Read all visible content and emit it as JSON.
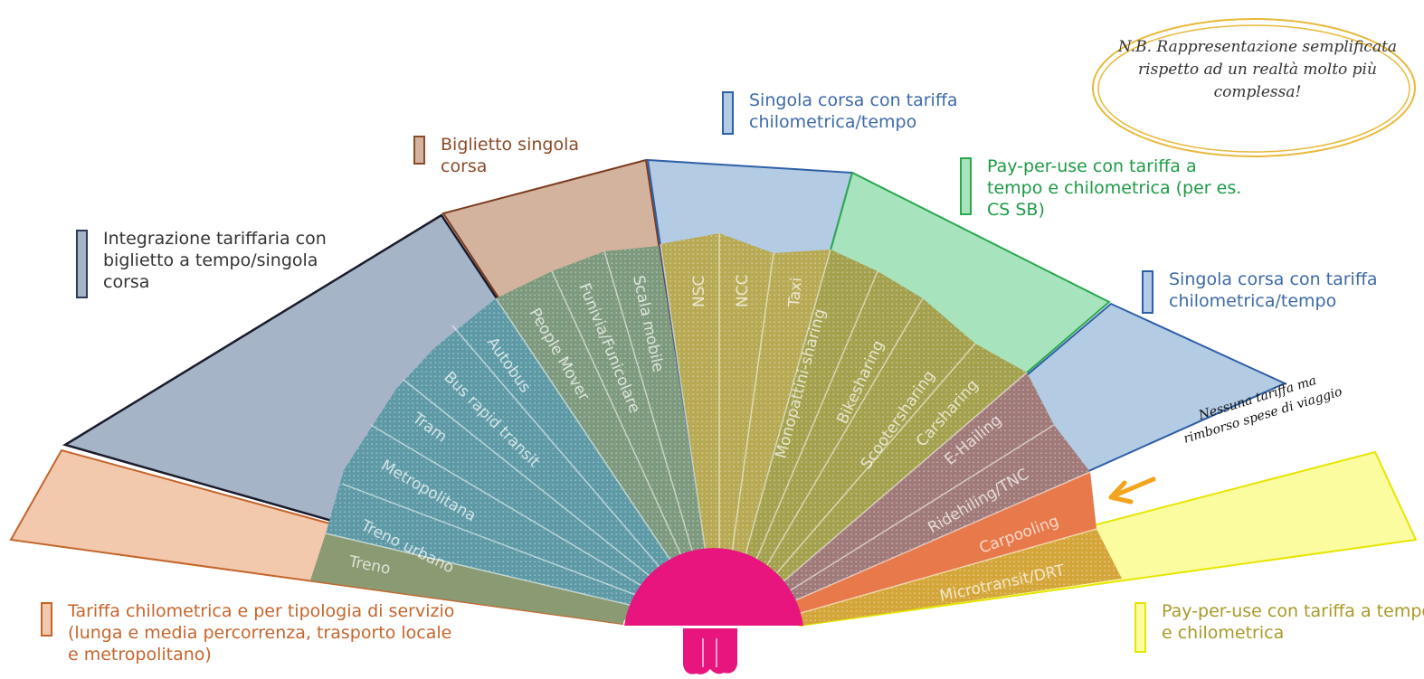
{
  "note": {
    "text": "N.B. Rappresentazione semplificata rispetto ad un realtà molto più complessa!"
  },
  "nessuna_tariffa": "Nessuna tariffa ma rimborso spese di viaggio",
  "legend": [
    {
      "id": "integrazione",
      "text": "Integrazione tariffaria con biglietto a tempo/singola corsa",
      "color": "#2f3b55",
      "fill": "#a6b4c8",
      "text_color": "#333333"
    },
    {
      "id": "biglietto",
      "text": "Biglietto singola corsa",
      "color": "#8b4a2a",
      "fill": "#d4b39e",
      "text_color": "#8b4a2a"
    },
    {
      "id": "singola1",
      "text": "Singola corsa con tariffa chilometrica/tempo",
      "color": "#2e5fa8",
      "fill": "#b3cbe3",
      "text_color": "#3e6aa8"
    },
    {
      "id": "payuse1",
      "text": "Pay-per-use con tariffa a tempo e chilometrica (per es. CS SB)",
      "color": "#2aa84f",
      "fill": "#a7e3bd",
      "text_color": "#1e9a46"
    },
    {
      "id": "singola2",
      "text": "Singola corsa con tariffa chilometrica/tempo",
      "color": "#2e5fa8",
      "fill": "#b3cbe3",
      "text_color": "#3e6aa8"
    },
    {
      "id": "chilometrica",
      "text": "Tariffa chilometrica e per tipologia di servizio (lunga e media percorrenza, trasporto locale e metropolitano)",
      "color": "#c5652c",
      "fill": "#f2c9ac",
      "text_color": "#c5652c"
    },
    {
      "id": "payuse2",
      "text": "Pay-per-use con tariffa a tempo e chilometrica",
      "color": "#e6e600",
      "fill": "#fbfba0",
      "text_color": "#a89a28"
    }
  ],
  "modes": [
    {
      "label": "Treno",
      "color": "#8a9a72"
    },
    {
      "label": "Treno urbano",
      "color": "#5e9aa6"
    },
    {
      "label": "Metropolitana",
      "color": "#5e9aa6"
    },
    {
      "label": "Tram",
      "color": "#5e9aa6"
    },
    {
      "label": "Bus rapid transit",
      "color": "#5e9aa6"
    },
    {
      "label": "Autobus",
      "color": "#5e9aa6"
    },
    {
      "label": "People Mover",
      "color": "#7e9a7e"
    },
    {
      "label": "Funivia/Funicolare",
      "color": "#7e9a7e"
    },
    {
      "label": "Scala mobile",
      "color": "#7e9a7e"
    },
    {
      "label": "NSC",
      "color": "#b8aa55"
    },
    {
      "label": "NCC",
      "color": "#b8aa55"
    },
    {
      "label": "Taxi",
      "color": "#b8aa55"
    },
    {
      "label": "Monopattini-sharing",
      "color": "#a4a14e"
    },
    {
      "label": "Bikesharing",
      "color": "#a4a14e"
    },
    {
      "label": "Scootersharing",
      "color": "#a4a14e"
    },
    {
      "label": "Carsharing",
      "color": "#a4a14e"
    },
    {
      "label": "E-Hailing",
      "color": "#a07a78"
    },
    {
      "label": "Ridehiling/TNC",
      "color": "#a07a78"
    },
    {
      "label": "Carpooling",
      "color": "#e8794a"
    },
    {
      "label": "Microtransit/DRT",
      "color": "#d4a63a"
    }
  ]
}
